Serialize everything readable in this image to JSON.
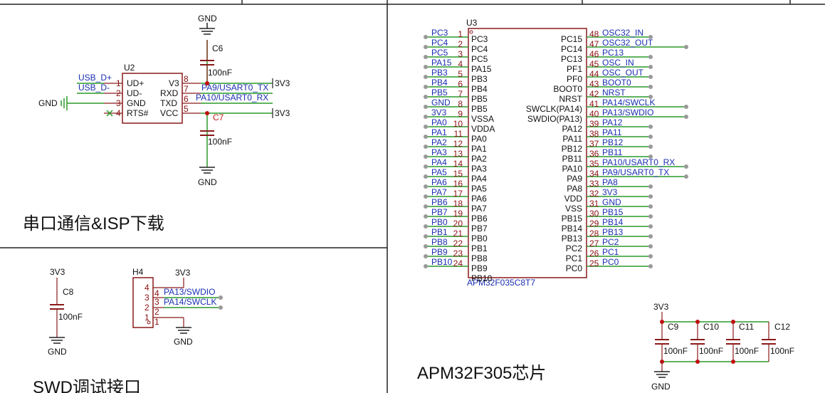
{
  "sections": {
    "uart": "串口通信&ISP下载",
    "swd": "SWD调试接口",
    "mcu": "APM32F305芯片"
  },
  "u2": {
    "ref": "U2",
    "pins": [
      {
        "num": "1",
        "name": "UD+",
        "net": "USB_D+"
      },
      {
        "num": "2",
        "name": "UD-",
        "net": "USB_D-"
      },
      {
        "num": "3",
        "name": "GND",
        "net": "GND"
      },
      {
        "num": "4",
        "name": "RTS#",
        "net": ""
      },
      {
        "num": "8",
        "name": "V3",
        "net": "3V3"
      },
      {
        "num": "7",
        "name": "RXD",
        "net": "PA9/USART0_TX"
      },
      {
        "num": "6",
        "name": "TXD",
        "net": "PA10/USART0_RX"
      },
      {
        "num": "5",
        "name": "VCC",
        "net": "3V3"
      }
    ]
  },
  "c6": {
    "ref": "C6",
    "value": "100nF",
    "net": "GND"
  },
  "c7": {
    "ref": "C7",
    "value": "100nF",
    "net": "GND"
  },
  "u3": {
    "ref": "U3",
    "part": "APM32F035C8T7",
    "left": [
      {
        "num": "1",
        "name": "PC3",
        "net": "PC3"
      },
      {
        "num": "2",
        "name": "PC4",
        "net": "PC4"
      },
      {
        "num": "3",
        "name": "PC5",
        "net": "PC5"
      },
      {
        "num": "4",
        "name": "PA15",
        "net": "PA15"
      },
      {
        "num": "5",
        "name": "PB3",
        "net": "PB3"
      },
      {
        "num": "6",
        "name": "PB4",
        "net": "PB4"
      },
      {
        "num": "7",
        "name": "PB5",
        "net": "PB5"
      },
      {
        "num": "8",
        "name": "PB5",
        "net": "GND"
      },
      {
        "num": "9",
        "name": "VSSA",
        "net": "3V3"
      },
      {
        "num": "10",
        "name": "VDDA",
        "net": "PA0"
      },
      {
        "num": "11",
        "name": "PA0",
        "net": "PA1"
      },
      {
        "num": "12",
        "name": "PA1",
        "net": "PA2"
      },
      {
        "num": "13",
        "name": "PA2",
        "net": "PA3"
      },
      {
        "num": "14",
        "name": "PA3",
        "net": "PA4"
      },
      {
        "num": "15",
        "name": "PA4",
        "net": "PA5"
      },
      {
        "num": "16",
        "name": "PA5",
        "net": "PA6"
      },
      {
        "num": "17",
        "name": "PA6",
        "net": "PA7"
      },
      {
        "num": "18",
        "name": "PA7",
        "net": "PB6"
      },
      {
        "num": "19",
        "name": "PB6",
        "net": "PB7"
      },
      {
        "num": "20",
        "name": "PB7",
        "net": "PB0"
      },
      {
        "num": "21",
        "name": "PB0",
        "net": "PB1"
      },
      {
        "num": "22",
        "name": "PB1",
        "net": "PB8"
      },
      {
        "num": "23",
        "name": "PB8",
        "net": "PB9"
      },
      {
        "num": "24",
        "name": "PB9",
        "net": "PB10"
      },
      {
        "num": "",
        "name": "PB10",
        "net": ""
      }
    ],
    "right": [
      {
        "num": "48",
        "name": "PC15",
        "net": "OSC32_IN"
      },
      {
        "num": "47",
        "name": "PC14",
        "net": "OSC32_OUT"
      },
      {
        "num": "46",
        "name": "PC13",
        "net": "PC13"
      },
      {
        "num": "45",
        "name": "PF1",
        "net": "OSC_IN"
      },
      {
        "num": "44",
        "name": "PF0",
        "net": "OSC_OUT"
      },
      {
        "num": "43",
        "name": "BOOT0",
        "net": "BOOT0"
      },
      {
        "num": "42",
        "name": "NRST",
        "net": "NRST"
      },
      {
        "num": "41",
        "name": "SWCLK(PA14)",
        "net": "PA14/SWCLK"
      },
      {
        "num": "40",
        "name": "SWDIO(PA13)",
        "net": "PA13/SWDIO"
      },
      {
        "num": "39",
        "name": "PA12",
        "net": "PA12"
      },
      {
        "num": "38",
        "name": "PA11",
        "net": "PA11"
      },
      {
        "num": "37",
        "name": "PB12",
        "net": "PB12"
      },
      {
        "num": "36",
        "name": "PB11",
        "net": "PB11"
      },
      {
        "num": "35",
        "name": "PA10",
        "net": "PA10/USART0_RX"
      },
      {
        "num": "34",
        "name": "PA9",
        "net": "PA9/USART0_TX"
      },
      {
        "num": "33",
        "name": "PA8",
        "net": "PA8"
      },
      {
        "num": "32",
        "name": "VDD",
        "net": "3V3"
      },
      {
        "num": "31",
        "name": "VSS",
        "net": "GND"
      },
      {
        "num": "30",
        "name": "PB15",
        "net": "PB15"
      },
      {
        "num": "29",
        "name": "PB14",
        "net": "PB14"
      },
      {
        "num": "28",
        "name": "PB13",
        "net": "PB13"
      },
      {
        "num": "27",
        "name": "PC2",
        "net": "PC2"
      },
      {
        "num": "26",
        "name": "PC1",
        "net": "PC1"
      },
      {
        "num": "25",
        "name": "PC0",
        "net": "PC0"
      }
    ]
  },
  "c8": {
    "ref": "C8",
    "value": "100nF",
    "top": "3V3",
    "bottom": "GND"
  },
  "h4": {
    "ref": "H4",
    "top": "3V3",
    "bottom": "GND",
    "pins": [
      {
        "num": "4",
        "net": ""
      },
      {
        "num": "3",
        "net": "PA13/SWDIO"
      },
      {
        "num": "2",
        "net": "PA14/SWCLK"
      },
      {
        "num": "1",
        "net": ""
      }
    ]
  },
  "decoupling": {
    "top": "3V3",
    "bottom": "GND",
    "caps": [
      {
        "ref": "C9",
        "value": "100nF"
      },
      {
        "ref": "C10",
        "value": "100nF"
      },
      {
        "ref": "C11",
        "value": "100nF"
      },
      {
        "ref": "C12",
        "value": "100nF"
      }
    ]
  }
}
